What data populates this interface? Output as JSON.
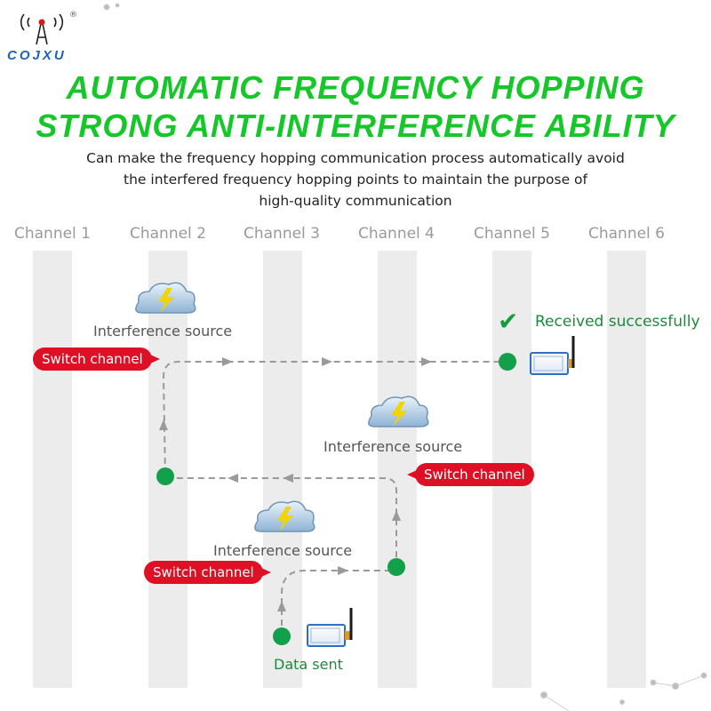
{
  "brand": {
    "name": "COJXU",
    "registered": "®",
    "color_primary": "#1f63b8",
    "color_accent": "#2aa34a"
  },
  "headline": {
    "line1": "AUTOMATIC FREQUENCY HOPPING",
    "line2": "STRONG ANTI-INTERFERENCE ABILITY",
    "color": "#16c72a"
  },
  "subtitle": {
    "line1": "Can make the frequency hopping communication process automatically avoid",
    "line2": "the interfered frequency hopping points to maintain the purpose of",
    "line3": "high-quality communication"
  },
  "channels": [
    "Channel 1",
    "Channel 2",
    "Channel 3",
    "Channel 4",
    "Channel 5",
    "Channel 6"
  ],
  "interference": {
    "label_1": "Interference source",
    "label_2": "Interference source",
    "label_3": "Interference source",
    "icon": "cloud-lightning-icon"
  },
  "switch": {
    "label_1": "Switch channel",
    "label_2": "Switch channel",
    "label_3": "Switch channel",
    "color": "#dd1025"
  },
  "status": {
    "received": "Received successfully",
    "sent": "Data sent",
    "check_icon": "✔"
  },
  "colors": {
    "node": "#12a04a",
    "path": "#9a9a9a",
    "lane": "#ececec",
    "device": "#2e6fbf"
  }
}
